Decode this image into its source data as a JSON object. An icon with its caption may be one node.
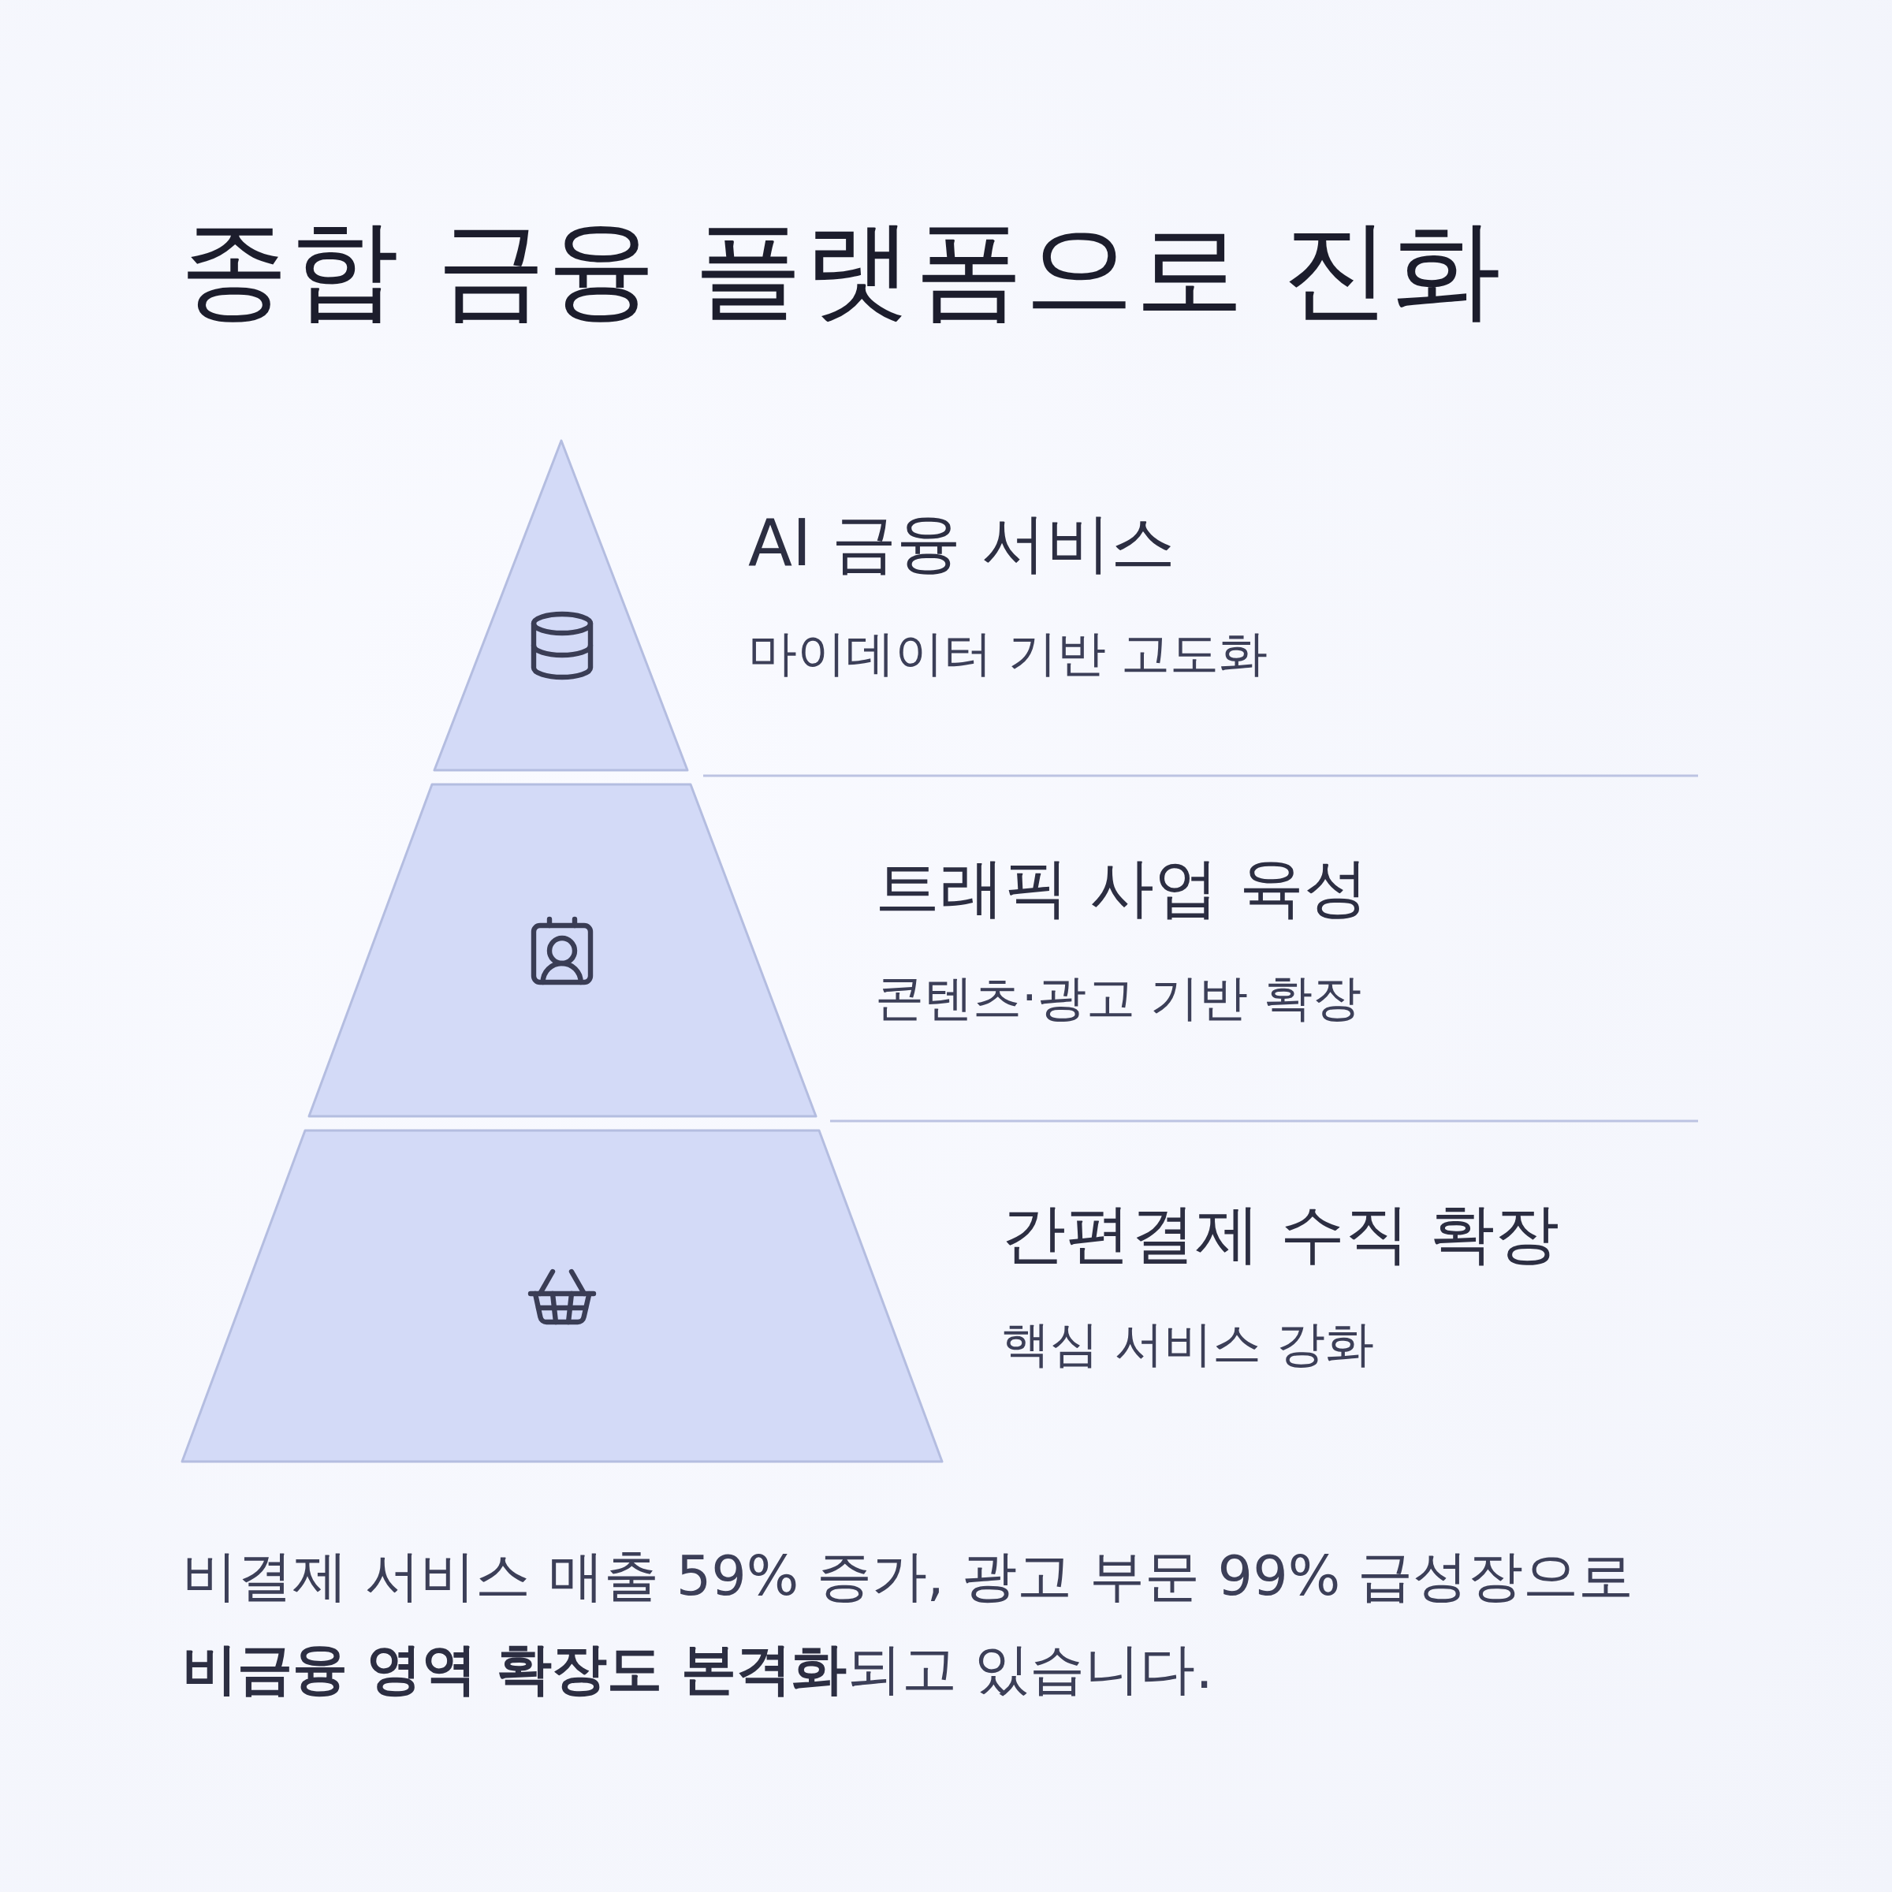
{
  "diagram": {
    "title": "종합 금융 플랫폼으로 진화",
    "nodes": [
      {
        "text": [
          "AI 금융 서비스",
          "마이데이터 기반 고도화"
        ]
      },
      {
        "text": [
          "트래픽 사업 육성",
          "콘텐츠·광고 기반 확장"
        ]
      },
      {
        "text": [
          "간편결제 수직 확장",
          "핵심 서비스 강화"
        ]
      }
    ],
    "caption": "비결제 서비스 매출 59% 증가, 광고 부문 99% 급성장으로 **비금융 영역 확장도 본격화**되고 있습니다."
  }
}
